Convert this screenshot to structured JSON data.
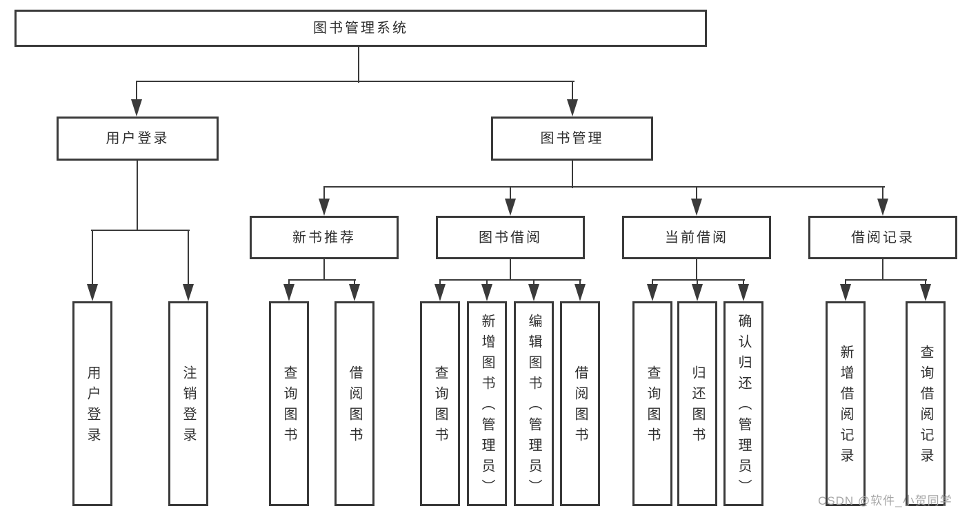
{
  "diagram_type": "hierarchy",
  "tree": {
    "label": "图书管理系统",
    "children": [
      {
        "label": "用户登录",
        "children": [
          {
            "label": "用户登录"
          },
          {
            "label": "注销登录"
          }
        ]
      },
      {
        "label": "图书管理",
        "children": [
          {
            "label": "新书推荐",
            "children": [
              {
                "label": "查询图书"
              },
              {
                "label": "借阅图书"
              }
            ]
          },
          {
            "label": "图书借阅",
            "children": [
              {
                "label": "查询图书"
              },
              {
                "label": "新增图书（管理员）"
              },
              {
                "label": "编辑图书（管理员）"
              },
              {
                "label": "借阅图书"
              }
            ]
          },
          {
            "label": "当前借阅",
            "children": [
              {
                "label": "查询图书"
              },
              {
                "label": "归还图书"
              },
              {
                "label": "确认归还（管理员）"
              }
            ]
          },
          {
            "label": "借阅记录",
            "children": [
              {
                "label": "新增借阅记录"
              },
              {
                "label": "查询借阅记录"
              }
            ]
          }
        ]
      }
    ]
  },
  "watermark": {
    "text": "CSDN @软件_小贺同学"
  },
  "colors": {
    "line": "#3a3a3a",
    "box_border": "#3a3a3a",
    "text": "#2f2f2f",
    "background": "#ffffff",
    "watermark": "#a6a6a6"
  }
}
